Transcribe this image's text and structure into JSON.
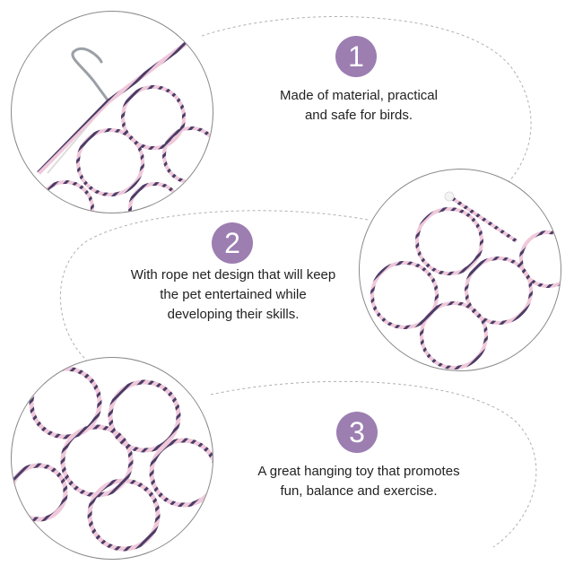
{
  "colors": {
    "badge": "#9c7eb1",
    "rope_pink": "#e8b7cf",
    "rope_purple": "#4a3d66",
    "dash": "#b0b0b0",
    "text": "#222222"
  },
  "features": [
    {
      "number": "1",
      "lines": [
        "Made of material, practical",
        "and safe for birds."
      ],
      "photo": "hook-and-rope-net-photo"
    },
    {
      "number": "2",
      "lines": [
        "With rope net design that will keep",
        "the pet entertained while",
        "developing their skills."
      ],
      "photo": "rope-rings-photo"
    },
    {
      "number": "3",
      "lines": [
        "A great hanging toy that promotes",
        "fun, balance and exercise."
      ],
      "photo": "rope-rings-closeup-photo"
    }
  ]
}
